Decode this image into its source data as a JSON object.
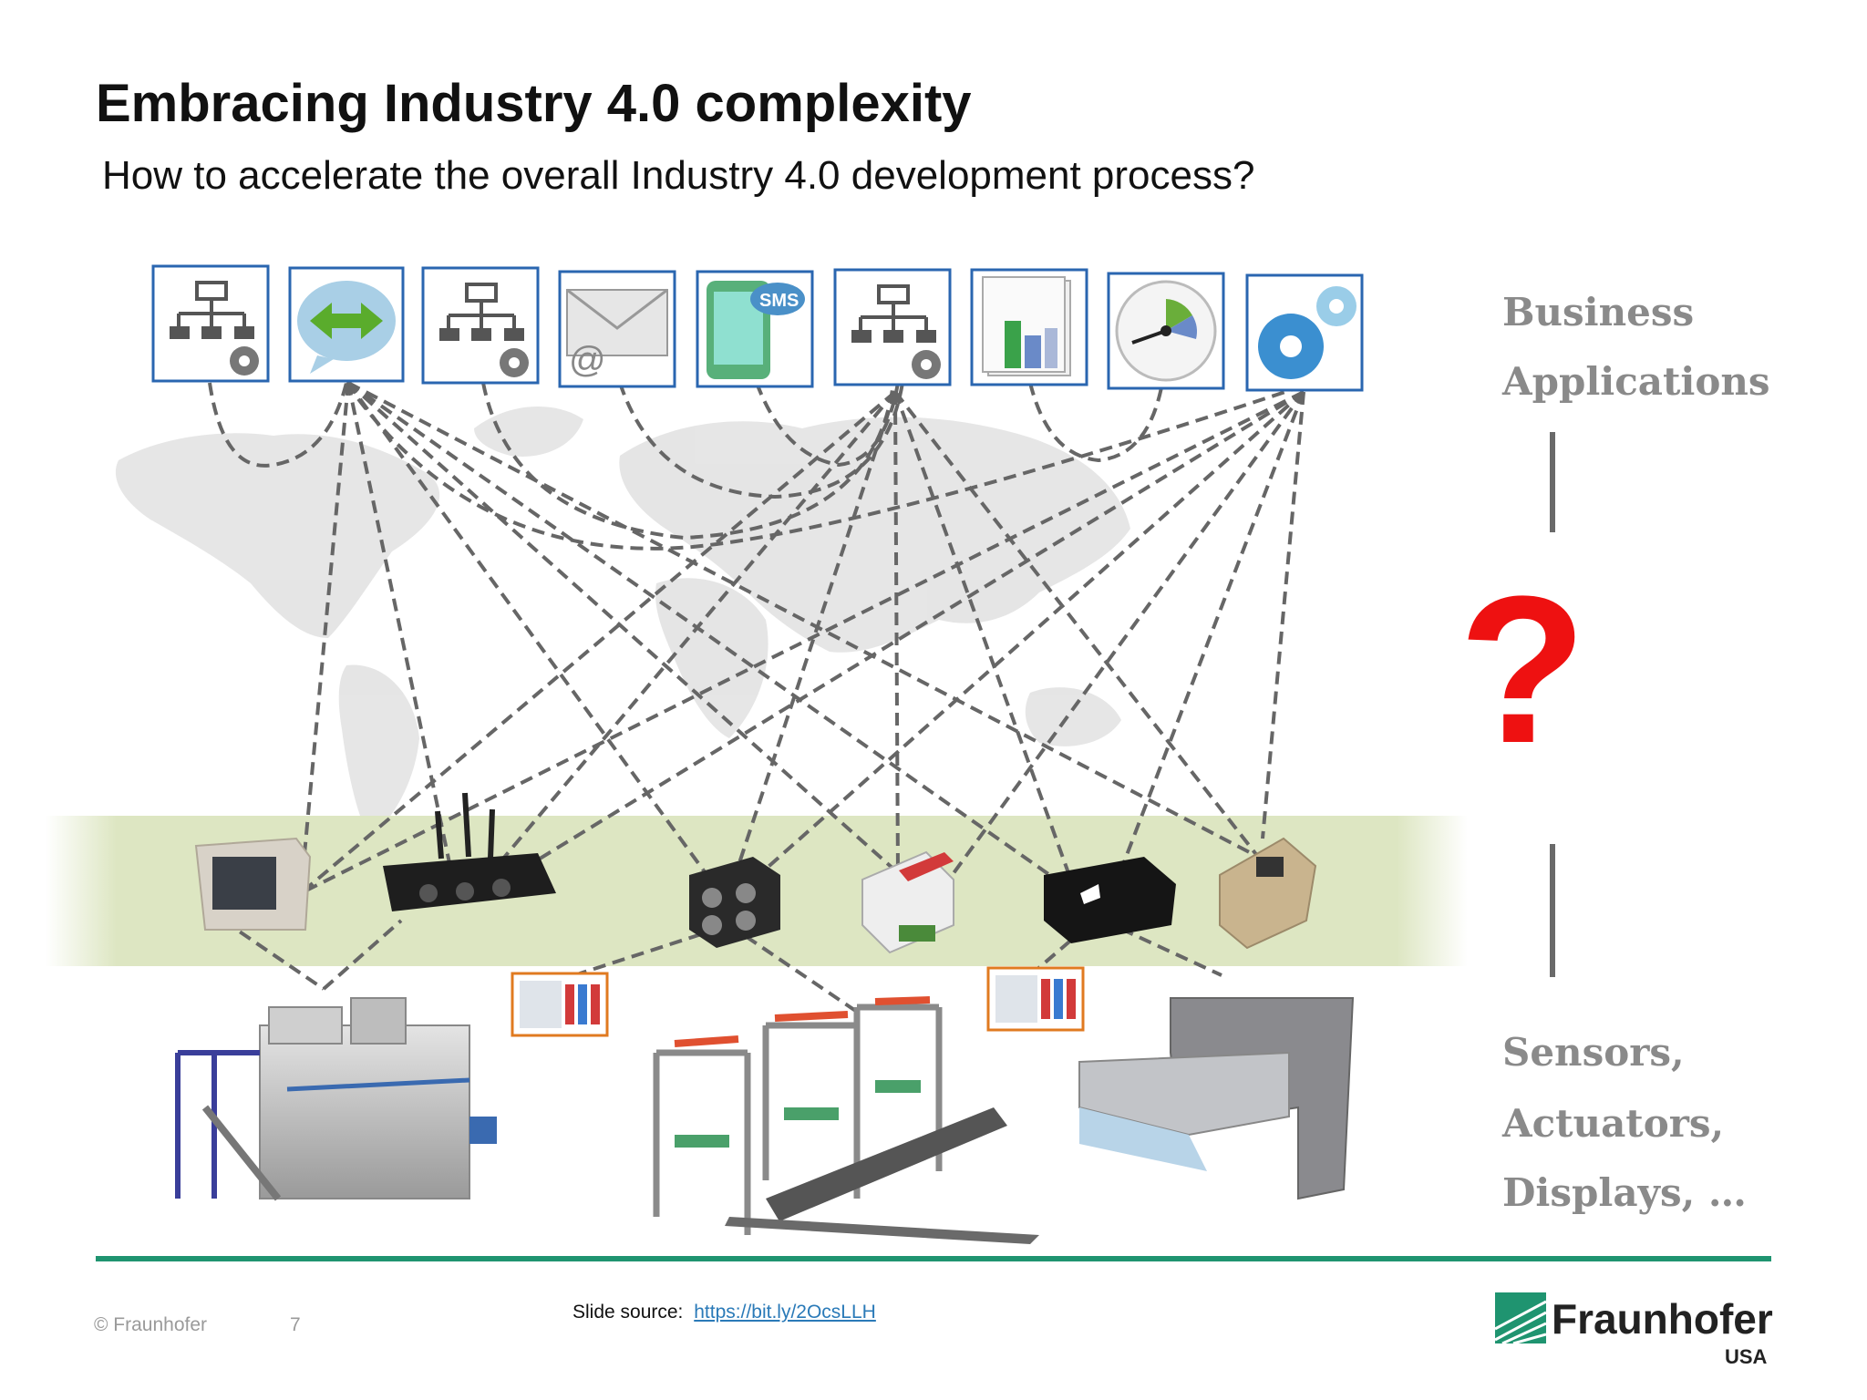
{
  "slide": {
    "title": "Embracing Industry 4.0 complexity",
    "subtitle": "How to accelerate the overall Industry 4.0 development process?"
  },
  "business_applications": {
    "line1": "Business",
    "line2": "Applications",
    "icons": [
      "network-gear-icon",
      "speech-arrows-icon",
      "network-gear-icon",
      "email-icon",
      "sms-phone-icon",
      "network-gear-icon",
      "bar-chart-icon",
      "gauge-icon",
      "gears-icon"
    ],
    "sms_label": "SMS",
    "at_label": "@"
  },
  "devices": {
    "labels": [
      "Sensors,",
      "Actuators,",
      "Displays, …"
    ],
    "icons": [
      "touch-panel-icon",
      "router-icon",
      "rugged-computer-icon",
      "din-module-icon",
      "edge-box-icon",
      "gps-tracker-icon"
    ]
  },
  "question": "?",
  "footer": {
    "copyright": "© Fraunhofer",
    "page": "7",
    "source_label": "Slide source:",
    "source_link": "https://bit.ly/2OcsLLH",
    "brand": "Fraunhofer",
    "brand_sub": "USA"
  },
  "colors": {
    "accent_green": "#1f9470",
    "question_red": "#ee1111",
    "icon_border": "#2a66b0",
    "band": "#dde6c2",
    "dash": "#666666"
  }
}
